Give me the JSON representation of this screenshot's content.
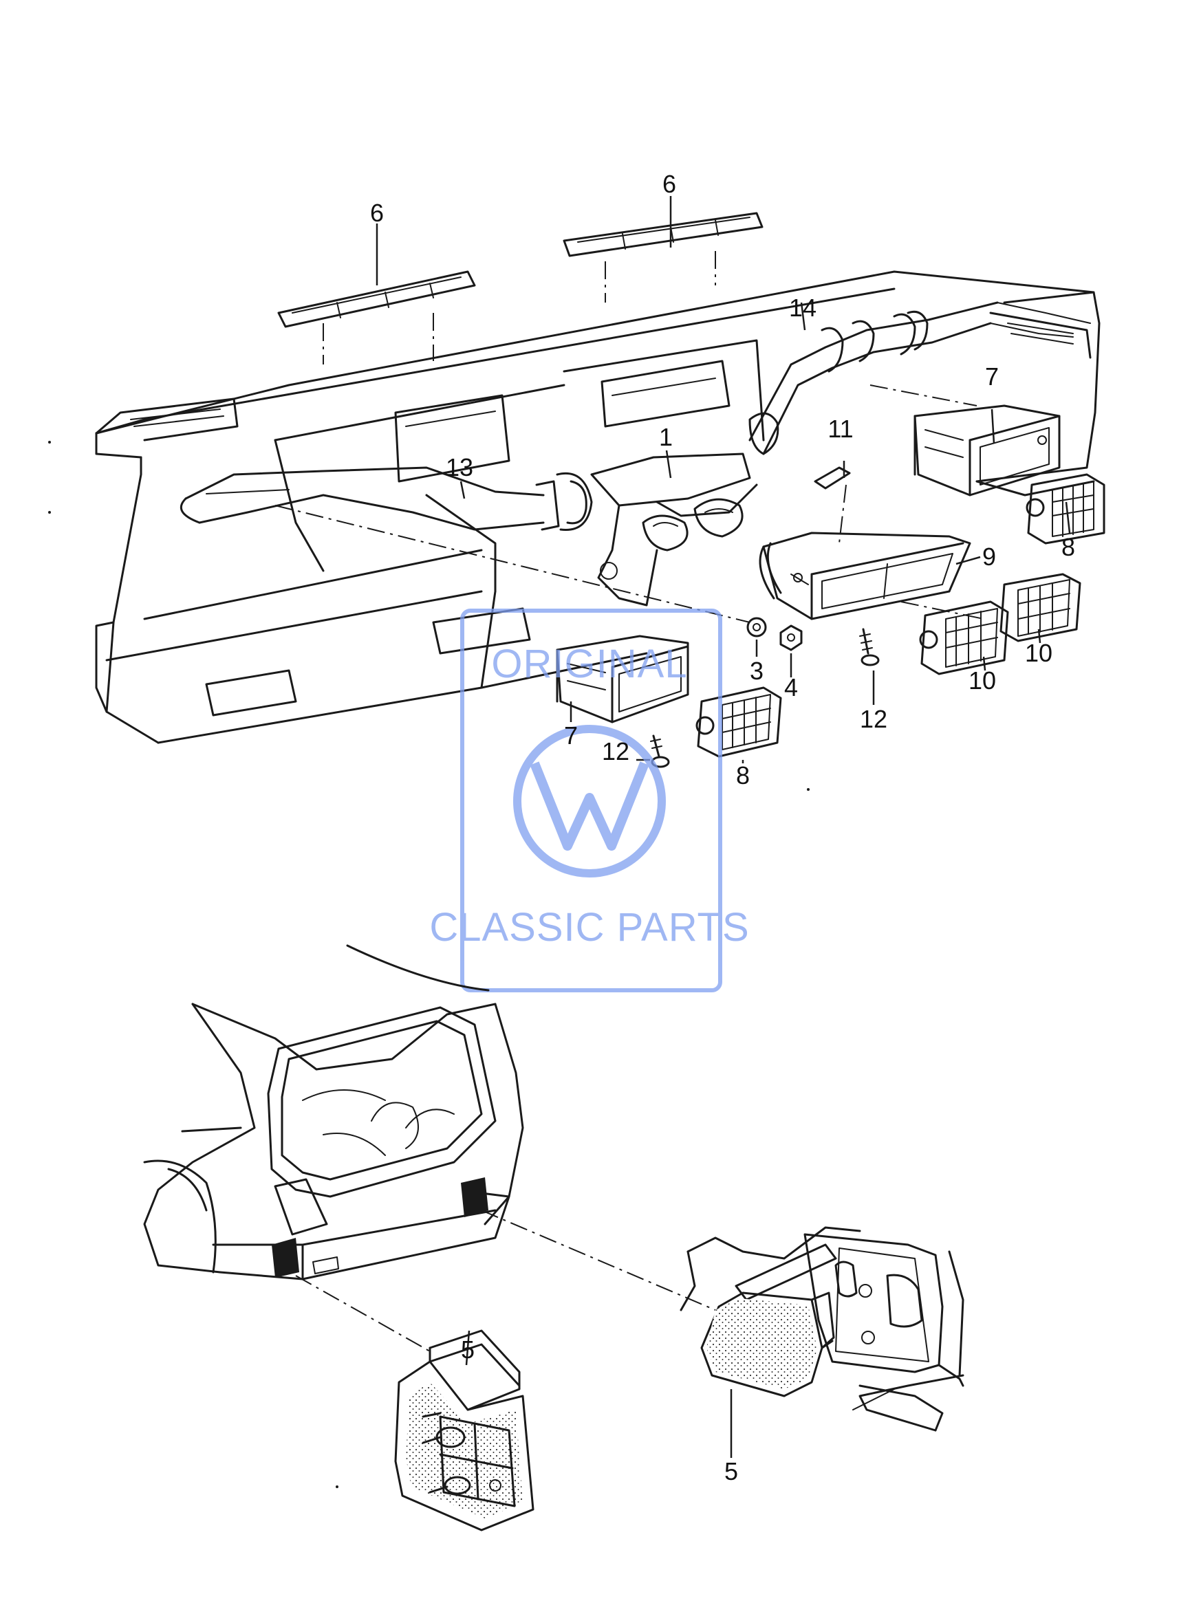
{
  "watermark": {
    "top_text": "ORIGINAL",
    "bottom_text": "CLASSIC PARTS",
    "color": "#7f9ff0"
  },
  "callouts": {
    "c1": "1",
    "c3": "3",
    "c4": "4",
    "c5a": "5",
    "c5b": "5",
    "c6a": "6",
    "c6b": "6",
    "c7a": "7",
    "c7b": "7",
    "c8a": "8",
    "c8b": "8",
    "c9": "9",
    "c10a": "10",
    "c10b": "10",
    "c11": "11",
    "c12a": "12",
    "c12b": "12",
    "c13": "13",
    "c14": "14"
  },
  "colors": {
    "line": "#1a1a1a",
    "background": "#ffffff"
  }
}
